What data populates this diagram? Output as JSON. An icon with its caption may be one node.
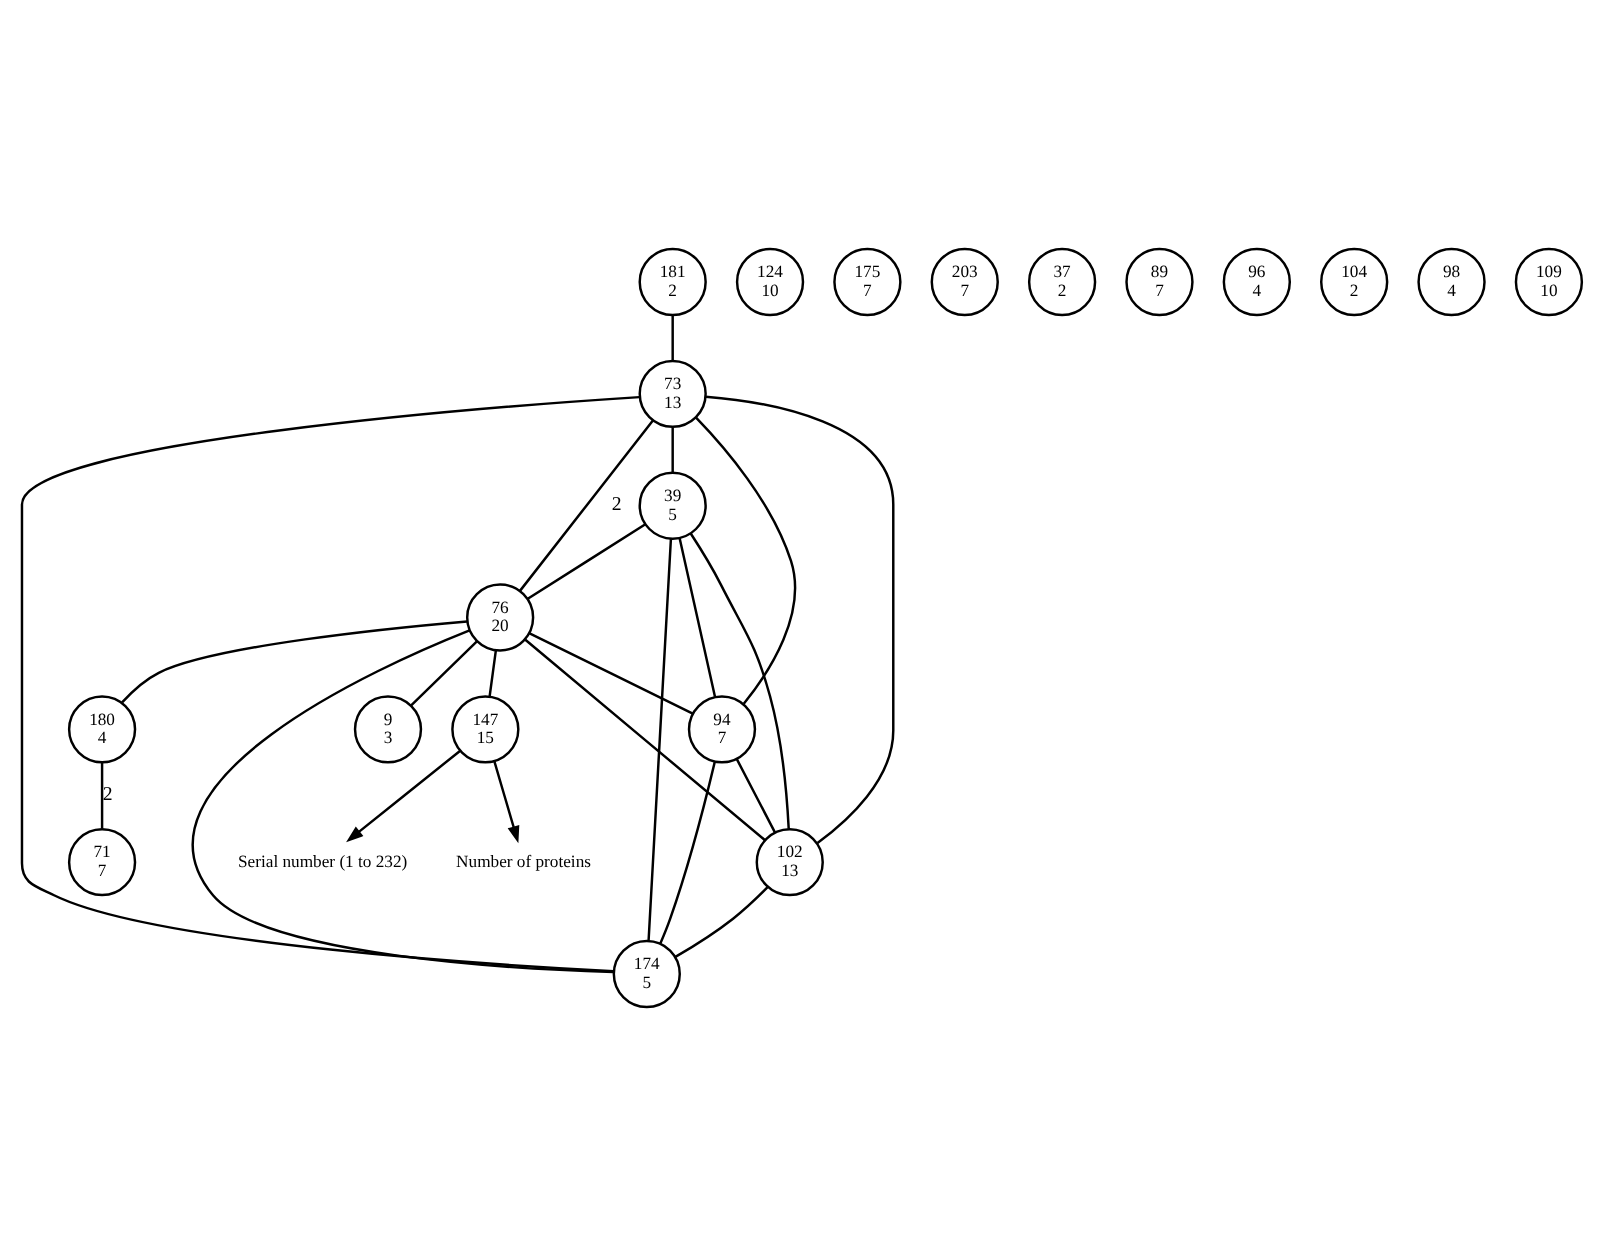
{
  "diagram": {
    "nodes": [
      {
        "text": [
          "181",
          "2"
        ]
      },
      {
        "text": [
          "73",
          "13"
        ]
      },
      {
        "text": [
          "Serial number (1 to 232)"
        ]
      },
      {
        "text": [
          "147",
          "15"
        ]
      },
      {
        "text": [
          "Number of proteins"
        ]
      },
      {
        "text": [
          "39",
          "5"
        ]
      },
      {
        "text": [
          "76",
          "20"
        ]
      },
      {
        "text": [
          "180",
          "4"
        ]
      },
      {
        "text": [
          "71",
          "7"
        ]
      },
      {
        "text": [
          "9",
          "3"
        ]
      },
      {
        "text": [
          "94",
          "7"
        ]
      },
      {
        "text": [
          "102",
          "13"
        ]
      },
      {
        "text": [
          "174",
          "5"
        ]
      },
      {
        "text": [
          "124",
          "10"
        ]
      },
      {
        "text": [
          "175",
          "7"
        ]
      },
      {
        "text": [
          "203",
          "7"
        ]
      },
      {
        "text": [
          "37",
          "2"
        ]
      },
      {
        "text": [
          "89",
          "7"
        ]
      },
      {
        "text": [
          "96",
          "4"
        ]
      },
      {
        "text": [
          "104",
          "2"
        ]
      },
      {
        "text": [
          "98",
          "4"
        ]
      },
      {
        "text": [
          "109",
          "10"
        ]
      }
    ],
    "edges": [
      {
        "from": 0,
        "to": 1,
        "arrow": "none"
      },
      {
        "from": 1,
        "to": 5,
        "arrow": "none"
      },
      {
        "from": 1,
        "to": 6,
        "arrow": "none",
        "label": "2"
      },
      {
        "from": 1,
        "to": 10,
        "arrow": "none"
      },
      {
        "from": 1,
        "to": 12,
        "arrow": "none"
      },
      {
        "from": 1,
        "to": 11,
        "arrow": "none"
      },
      {
        "from": 5,
        "to": 6,
        "arrow": "none"
      },
      {
        "from": 5,
        "to": 10,
        "arrow": "none"
      },
      {
        "from": 5,
        "to": 12,
        "arrow": "none"
      },
      {
        "from": 5,
        "to": 11,
        "arrow": "none"
      },
      {
        "from": 6,
        "to": 10,
        "arrow": "none"
      },
      {
        "from": 6,
        "to": 12,
        "arrow": "none"
      },
      {
        "from": 6,
        "to": 11,
        "arrow": "none"
      },
      {
        "from": 6,
        "to": 3,
        "arrow": "none"
      },
      {
        "from": 6,
        "to": 7,
        "arrow": "none"
      },
      {
        "from": 6,
        "to": 9,
        "arrow": "none"
      },
      {
        "from": 10,
        "to": 11,
        "arrow": "none"
      },
      {
        "from": 10,
        "to": 12,
        "arrow": "none"
      },
      {
        "from": 11,
        "to": 12,
        "arrow": "none"
      },
      {
        "from": 7,
        "to": 8,
        "arrow": "none",
        "label": "2"
      },
      {
        "from": 3,
        "to": 2,
        "arrow": "to"
      },
      {
        "from": 3,
        "to": 4,
        "arrow": "to"
      }
    ]
  }
}
